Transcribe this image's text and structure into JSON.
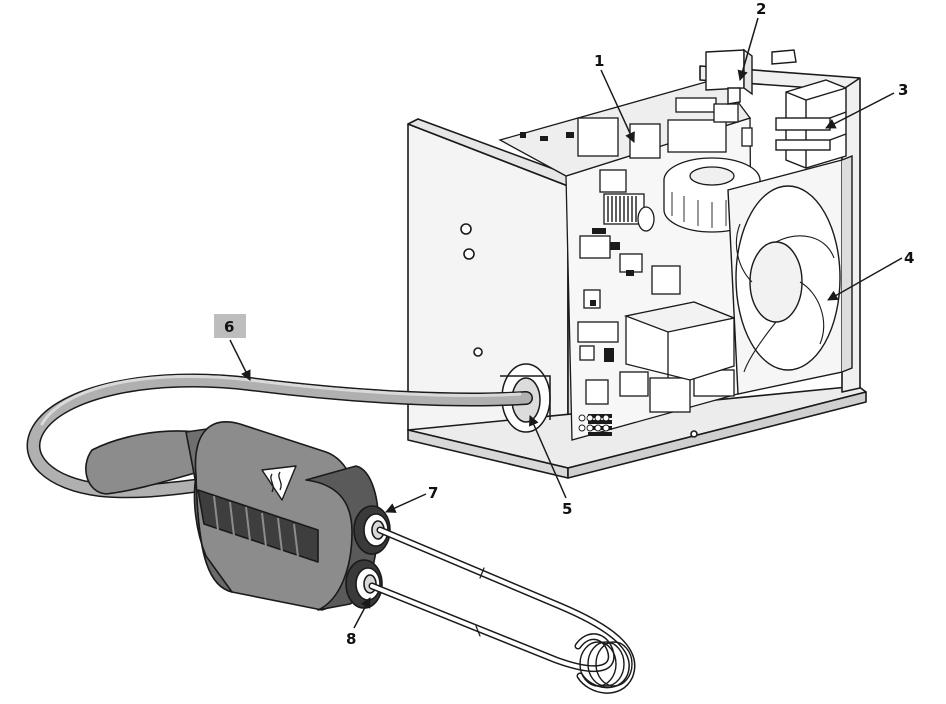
{
  "diagram": {
    "callouts": [
      {
        "id": "1",
        "label": "1"
      },
      {
        "id": "2",
        "label": "2"
      },
      {
        "id": "3",
        "label": "3"
      },
      {
        "id": "4",
        "label": "4"
      },
      {
        "id": "5",
        "label": "5"
      },
      {
        "id": "6",
        "label": "6",
        "highlighted": true
      },
      {
        "id": "7",
        "label": "7"
      },
      {
        "id": "8",
        "label": "8"
      }
    ],
    "colors": {
      "line": "#1a1a1a",
      "cable": "#b0b0b0",
      "cable_dark": "#6f6f6f",
      "handle": "#8c8c8c",
      "handle_dark": "#3e3e3e",
      "label_highlight": "#bdbdbd"
    },
    "icons": [
      "heat-warning-icon",
      "cooling-fan",
      "transformer-coil",
      "induction-coil"
    ]
  }
}
